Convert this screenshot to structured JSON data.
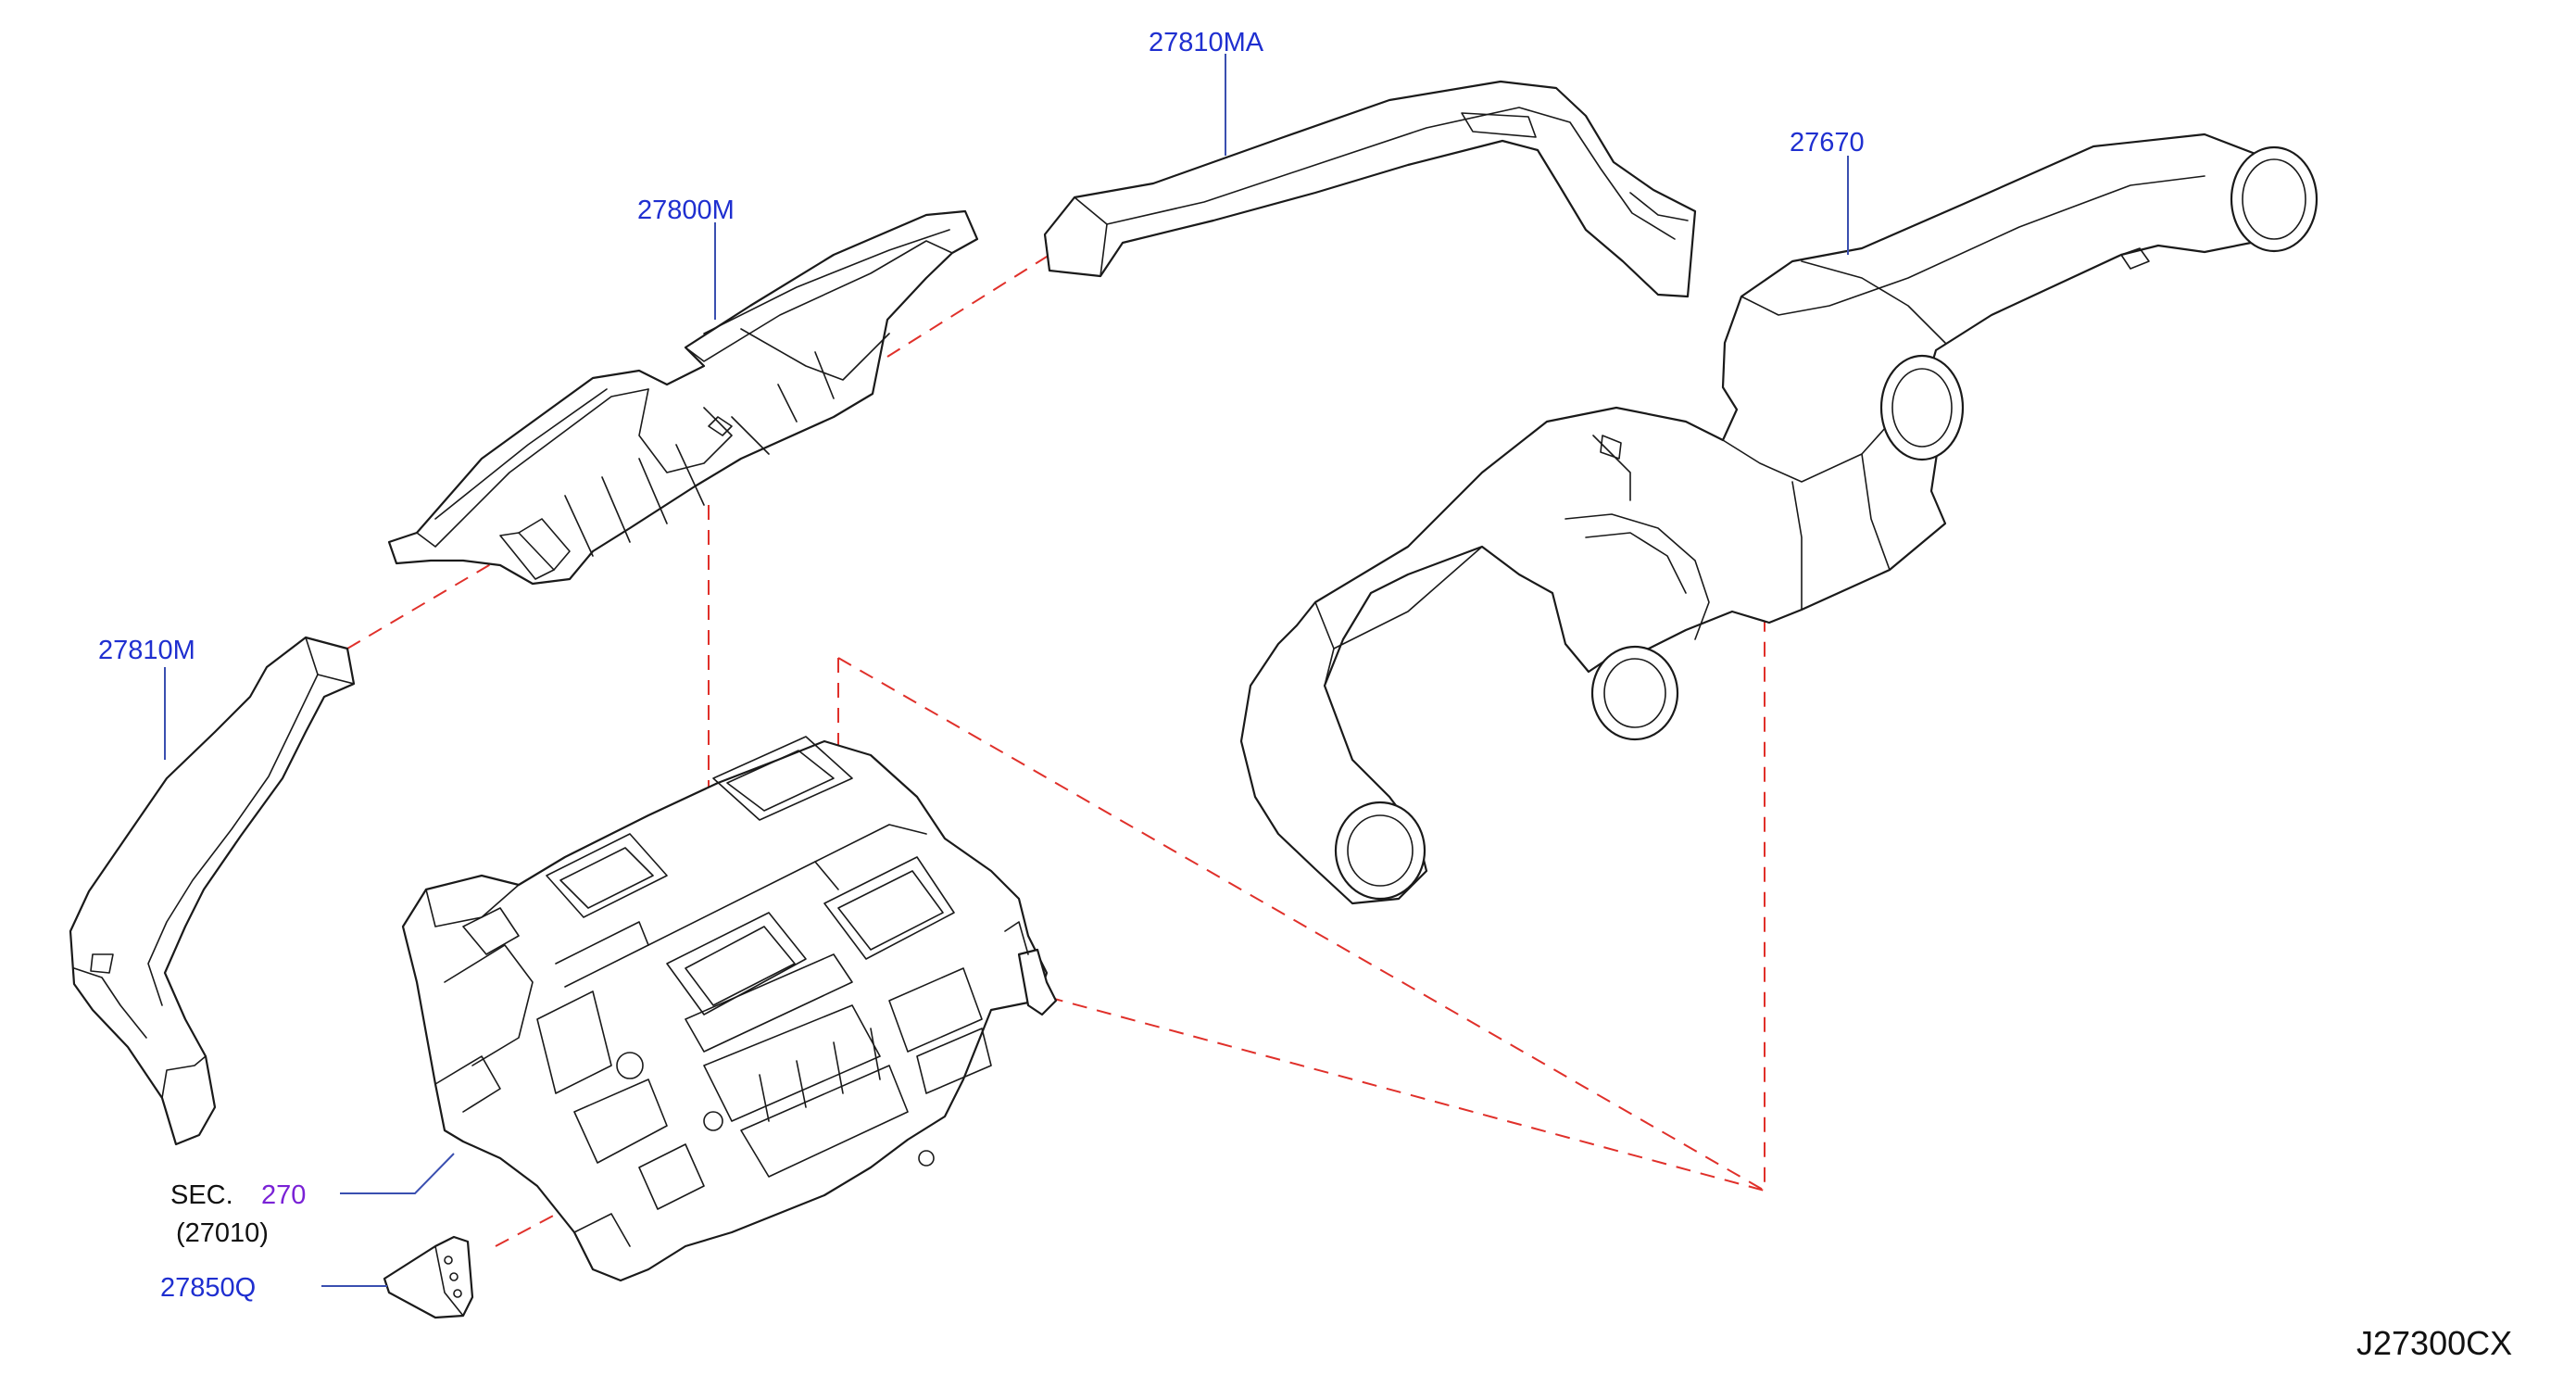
{
  "labels": {
    "p27810ma": "27810MA",
    "p27800m": "27800M",
    "p27670": "27670",
    "p27810m": "27810M",
    "sec_prefix": "SEC.",
    "sec_number": "270",
    "sec_sub": "(27010)",
    "p27850q": "27850Q",
    "diagram_code": "J27300CX"
  },
  "colors": {
    "part_number": "#1f2fd0",
    "section_link": "#7a22d6",
    "guide_line": "#e0302a",
    "outline": "#1a1a1a"
  }
}
